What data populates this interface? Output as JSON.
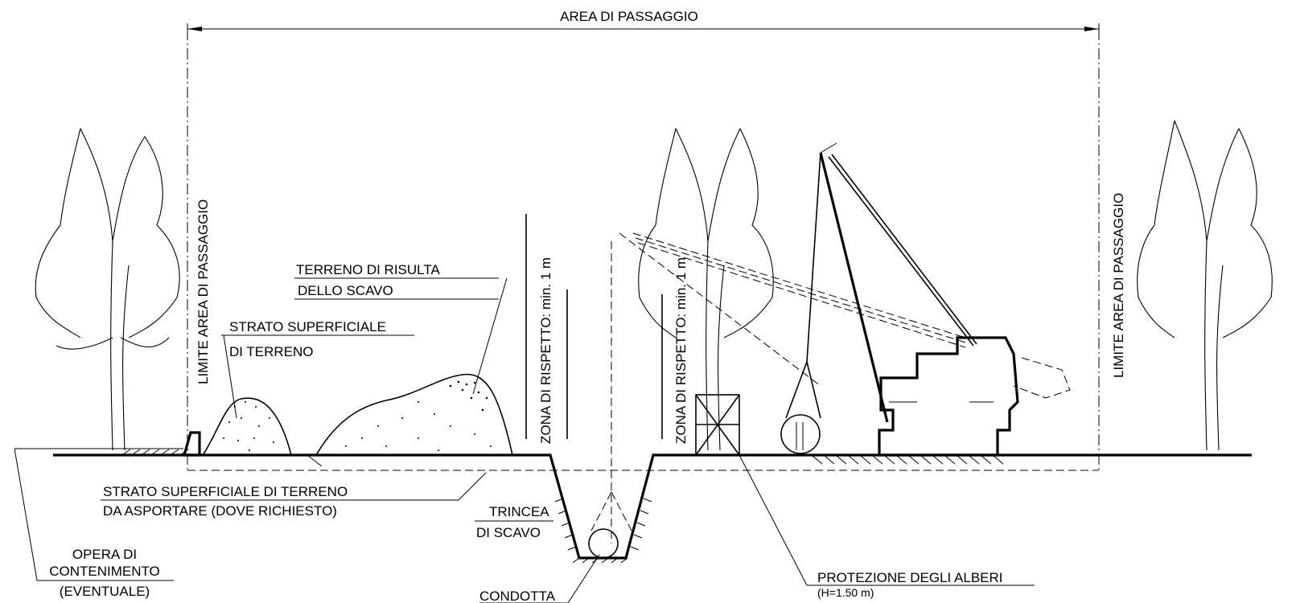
{
  "labels": {
    "area_di_passaggio": "AREA DI PASSAGGIO",
    "limite_left": "LIMITE AREA DI PASSAGGIO",
    "limite_right": "LIMITE AREA DI PASSAGGIO",
    "terreno_di_risulta_1": "TERRENO DI RISULTA",
    "terreno_di_risulta_2": "DELLO SCAVO",
    "strato_superficiale_1": "STRATO SUPERFICIALE",
    "strato_superficiale_2": "DI TERRENO",
    "zona_rispetto_left": "ZONA DI RISPETTO: min. 1 m",
    "zona_rispetto_right": "ZONA DI RISPETTO: min. 1 m",
    "strato_asportare_1": "STRATO SUPERFICIALE DI TERRENO",
    "strato_asportare_2": "DA ASPORTARE (DOVE RICHIESTO)",
    "trincea_1": "TRINCEA",
    "trincea_2": "DI SCAVO",
    "opera_1": "OPERA DI",
    "opera_2": "CONTENIMENTO",
    "opera_3": "(EVENTUALE)",
    "condotta": "CONDOTTA",
    "protezione_1": "PROTEZIONE DEGLI ALBERI",
    "protezione_2": "(H=1.50 m)"
  }
}
